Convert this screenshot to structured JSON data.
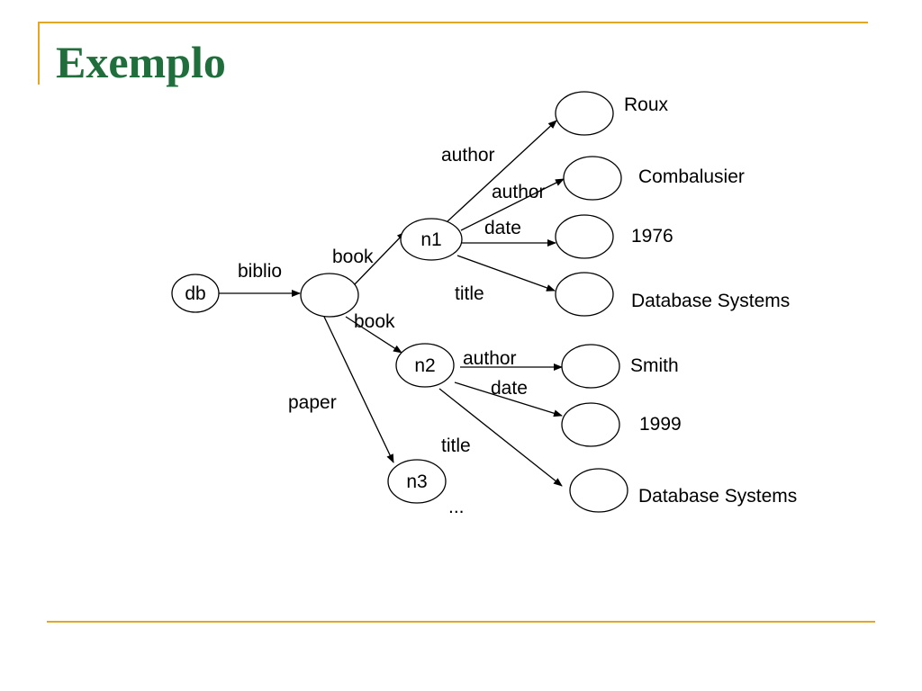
{
  "slide": {
    "title": "Exemplo"
  },
  "diagram": {
    "nodes": [
      {
        "id": "db",
        "label": "db"
      },
      {
        "id": "root",
        "label": ""
      },
      {
        "id": "n1",
        "label": "n1"
      },
      {
        "id": "n2",
        "label": "n2"
      },
      {
        "id": "n3",
        "label": "n3"
      },
      {
        "id": "roux",
        "label": ""
      },
      {
        "id": "combalusier",
        "label": ""
      },
      {
        "id": "date1976",
        "label": ""
      },
      {
        "id": "title1",
        "label": ""
      },
      {
        "id": "smith",
        "label": ""
      },
      {
        "id": "date1999",
        "label": ""
      },
      {
        "id": "title2",
        "label": ""
      }
    ],
    "values": [
      {
        "node": "roux",
        "text": "Roux"
      },
      {
        "node": "combalusier",
        "text": "Combalusier"
      },
      {
        "node": "date1976",
        "text": "1976"
      },
      {
        "node": "title1",
        "text": "Database Systems"
      },
      {
        "node": "smith",
        "text": "Smith"
      },
      {
        "node": "date1999",
        "text": "1999"
      },
      {
        "node": "title2",
        "text": "Database Systems"
      }
    ],
    "edges": [
      {
        "from": "db",
        "to": "root",
        "label": "biblio"
      },
      {
        "from": "root",
        "to": "n1",
        "label": "book"
      },
      {
        "from": "root",
        "to": "n2",
        "label": "book"
      },
      {
        "from": "root",
        "to": "n3",
        "label": "paper"
      },
      {
        "from": "n1",
        "to": "roux",
        "label": "author"
      },
      {
        "from": "n1",
        "to": "combalusier",
        "label": "author"
      },
      {
        "from": "n1",
        "to": "date1976",
        "label": "date"
      },
      {
        "from": "n1",
        "to": "title1",
        "label": "title"
      },
      {
        "from": "n2",
        "to": "smith",
        "label": "author"
      },
      {
        "from": "n2",
        "to": "date1999",
        "label": "date"
      },
      {
        "from": "n2",
        "to": "title2",
        "label": "title"
      }
    ],
    "ellipsis": "..."
  }
}
